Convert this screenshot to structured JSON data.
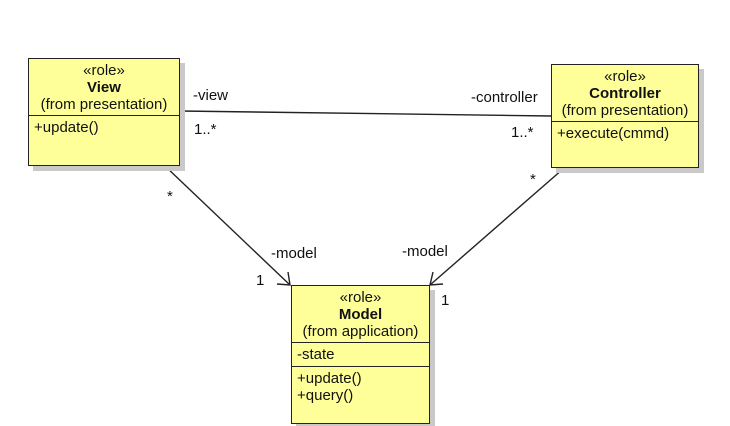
{
  "classes": {
    "view": {
      "stereotype": "«role»",
      "name": "View",
      "origin": "(from presentation)",
      "operations": [
        "+update()"
      ]
    },
    "controller": {
      "stereotype": "«role»",
      "name": "Controller",
      "origin": "(from presentation)",
      "operations": [
        "+execute(cmmd)"
      ]
    },
    "model": {
      "stereotype": "«role»",
      "name": "Model",
      "origin": "(from application)",
      "attributes": [
        "-state"
      ],
      "operations": [
        "+update()",
        "+query()"
      ]
    }
  },
  "associations": {
    "view_controller": {
      "view_role": "-view",
      "view_multiplicity": "1..*",
      "controller_role": "-controller",
      "controller_multiplicity": "1..*"
    },
    "view_model": {
      "source_multiplicity": "*",
      "target_role": "-model",
      "target_multiplicity": "1"
    },
    "controller_model": {
      "source_multiplicity": "*",
      "target_role": "-model",
      "target_multiplicity": "1"
    }
  }
}
